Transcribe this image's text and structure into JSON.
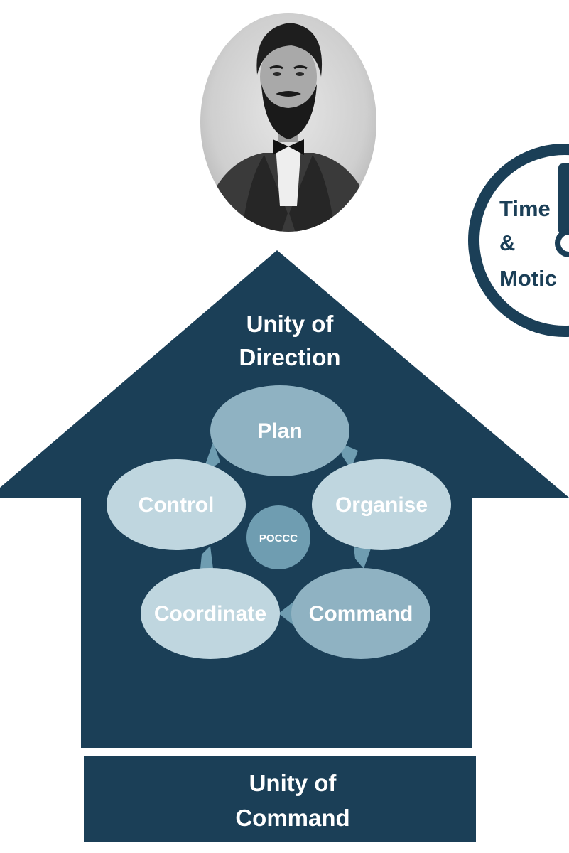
{
  "colors": {
    "house": "#1b3f57",
    "node_light": "#bfd6df",
    "node_mid": "#8fb2c2",
    "center": "#6f9db1",
    "arrow": "#6f9db1"
  },
  "portrait": {
    "icon": "bearded-man-portrait"
  },
  "house": {
    "roof_label": [
      "Unity of",
      "Direction"
    ],
    "foundation_label": [
      "Unity of",
      "Command"
    ]
  },
  "cycle": {
    "center": "POCCC",
    "nodes": [
      "Plan",
      "Organise",
      "Command",
      "Coordinate",
      "Control"
    ]
  },
  "clock": {
    "label": [
      "Time",
      "&",
      "Motic"
    ]
  }
}
